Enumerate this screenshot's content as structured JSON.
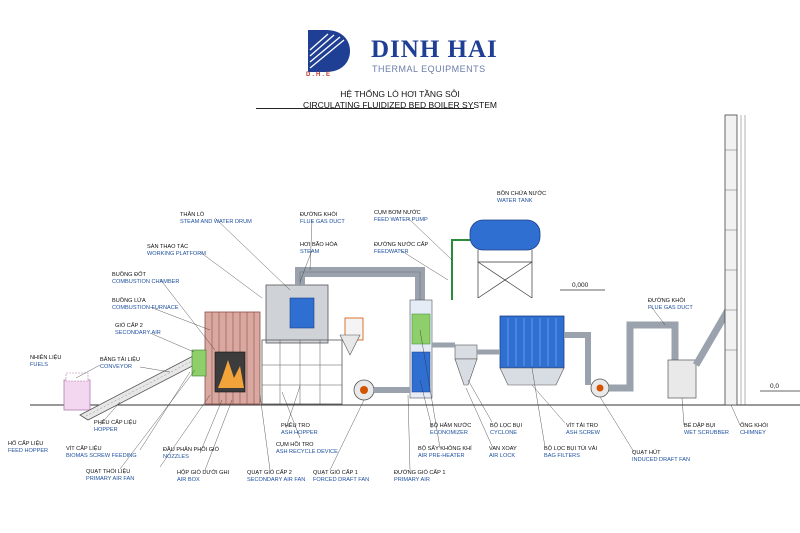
{
  "brand": {
    "name": "DINH HAI",
    "subtitle": "THERMAL EQUIPMENTS",
    "logo_text": "D.H.E",
    "colors": {
      "navy": "#1f3f94",
      "red": "#c0392b",
      "blue": "#2f6fd1",
      "grey": "#9aa3ad",
      "green": "#2c8c3a"
    }
  },
  "title": {
    "vn": "HỆ THỐNG LÒ HƠI TẦNG SÔI",
    "en": "CIRCULATING FLUIDIZED BED BOILER SYSTEM"
  },
  "levels": {
    "top": "0,000",
    "right": "0,0"
  },
  "labels": {
    "nhien_lieu": {
      "vn": "NHIÊN LIỆU",
      "en": "FUELS"
    },
    "bang_tai": {
      "vn": "BĂNG TẢI LIỆU",
      "en": "CONVEYOR"
    },
    "gio_cap_2_top": {
      "vn": "GIÓ CẤP 2",
      "en": "SECONDARY AIR"
    },
    "buong_lua": {
      "vn": "BUỒNG LỬA",
      "en": "COMBUSTION FURNACE"
    },
    "buong_dot": {
      "vn": "BUỒNG ĐỐT",
      "en": "COMBUSTION CHAMBER"
    },
    "san_thao_tac": {
      "vn": "SÀN THAO TÁC",
      "en": "WORKING PLATFORM"
    },
    "than_lo": {
      "vn": "THÂN LÒ",
      "en": "STEAM AND WATER DRUM"
    },
    "duong_khoi_1": {
      "vn": "ĐƯỜNG KHÓI",
      "en": "FLUE GAS DUCT"
    },
    "hoi_bao_hoa": {
      "vn": "HƠI BÃO HÒA",
      "en": "STEAM"
    },
    "cum_bom_nuoc": {
      "vn": "CỤM BƠM NƯỚC",
      "en": "FEED WATER PUMP"
    },
    "duong_nuoc": {
      "vn": "ĐƯỜNG NƯỚC CẤP",
      "en": "FEEDWATER"
    },
    "bon_chua_nuoc": {
      "vn": "BỒN CHỨA NƯỚC",
      "en": "WATER TANK"
    },
    "duong_khoi_2": {
      "vn": "ĐƯỜNG KHÓI",
      "en": "FLUE GAS DUCT"
    },
    "ho_cap_lieu": {
      "vn": "HỐ CẤP LIỆU",
      "en": "FEED HOPPER"
    },
    "pheu_cap_lieu": {
      "vn": "PHỄU CẤP LIỆU",
      "en": "HOPPER"
    },
    "vit_cap_lieu": {
      "vn": "VÍT CẤP LIỆU",
      "en": "BIOMAS SCREW FEEDING"
    },
    "dau_phan_phoi": {
      "vn": "ĐẦU PHÂN PHỐI GIÓ",
      "en": "NOZZLES"
    },
    "quat_thoi": {
      "vn": "QUẠT THỔI LIỆU",
      "en": "PRIMARY AIR FAN"
    },
    "hop_gio": {
      "vn": "HỘP GIÓ DƯỚI GHI",
      "en": "AIR BOX"
    },
    "pheu_tro": {
      "vn": "PHỄU TRO",
      "en": "ASH HOPPER"
    },
    "cum_hoi_tro": {
      "vn": "CỤM HỒI TRO",
      "en": "ASH RECYCLE DEVICE"
    },
    "quat_gio_2": {
      "vn": "QUẠT GIÓ CẤP 2",
      "en": "SECONDARY AIR FAN"
    },
    "quat_gio_1": {
      "vn": "QUẠT GIÓ CẤP 1",
      "en": "FORCED DRAFT FAN"
    },
    "duong_gio": {
      "vn": "ĐƯỜNG GIÓ CẤP 1",
      "en": "PRIMARY AIR"
    },
    "bo_ham_nuoc": {
      "vn": "BỘ HÂM NƯỚC",
      "en": "ECONOMIZER"
    },
    "bo_say": {
      "vn": "BỘ SẤY KHÔNG KHÍ",
      "en": "AIR PRE-HEATER"
    },
    "bo_loc_cyclone": {
      "vn": "BỘ LỌC BỤI",
      "en": "CYCLONE"
    },
    "van_xoay": {
      "vn": "VAN XOAY",
      "en": "AIR LOCK"
    },
    "bo_loc_tui": {
      "vn": "BỘ LỌC BỤI TÚI VẢI",
      "en": "BAG FILTERS"
    },
    "vit_tai_tro": {
      "vn": "VÍT TẢI TRO",
      "en": "ASH SCREW"
    },
    "quat_hut": {
      "vn": "QUẠT HÚT",
      "en": "INDUCED DRAFT FAN"
    },
    "be_dap_bui": {
      "vn": "BỂ DẬP BỤI",
      "en": "WET SCRUBBER"
    },
    "ong_khoi": {
      "vn": "ỐNG KHÓI",
      "en": "CHIMNEY"
    }
  }
}
